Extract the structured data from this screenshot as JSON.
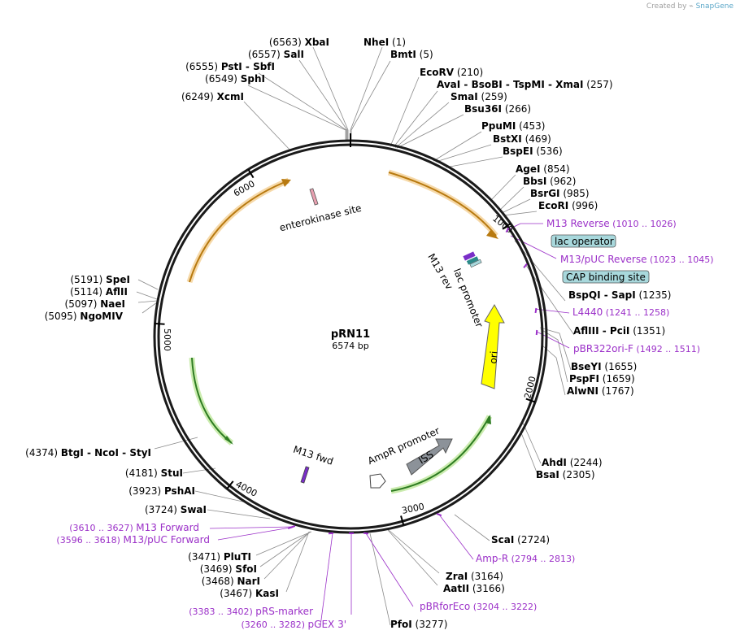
{
  "credit": {
    "prefix": "Created by",
    "brand": "SnapGene"
  },
  "plasmid": {
    "name": "pRN11",
    "size_label": "6574 bp",
    "length": 6574
  },
  "colors": {
    "backbone": "#1a1a1a",
    "enzyme_line": "#888888",
    "primer": "#9b30c8",
    "ori": "#ffff00",
    "orange_arc": "#c8820a",
    "green_arc": "#2e8b2e",
    "lac_box": "#a8d8dc",
    "iss": "#8c9299"
  },
  "enzymes": [
    {
      "name": "NheI",
      "pos": "(1)",
      "side": "R"
    },
    {
      "name": "BmtI",
      "pos": "(5)",
      "side": "R"
    },
    {
      "name": "EcoRV",
      "pos": "(210)",
      "side": "R"
    },
    {
      "name": "AvaI  -  BsoBI  -  TspMI  -  XmaI",
      "pos": "(257)",
      "side": "R"
    },
    {
      "name": "SmaI",
      "pos": "(259)",
      "side": "R"
    },
    {
      "name": "Bsu36I",
      "pos": "(266)",
      "side": "R"
    },
    {
      "name": "PpuMI",
      "pos": "(453)",
      "side": "R"
    },
    {
      "name": "BstXI",
      "pos": "(469)",
      "side": "R"
    },
    {
      "name": "BspEI",
      "pos": "(536)",
      "side": "R"
    },
    {
      "name": "AgeI",
      "pos": "(854)",
      "side": "R"
    },
    {
      "name": "BbsI",
      "pos": "(962)",
      "side": "R"
    },
    {
      "name": "BsrGI",
      "pos": "(985)",
      "side": "R"
    },
    {
      "name": "EcoRI",
      "pos": "(996)",
      "side": "R"
    },
    {
      "name": "BspQI  -  SapI",
      "pos": "(1235)",
      "side": "R"
    },
    {
      "name": "AflIII  -  PciI",
      "pos": "(1351)",
      "side": "R"
    },
    {
      "name": "BseYI",
      "pos": "(1655)",
      "side": "R"
    },
    {
      "name": "PspFI",
      "pos": "(1659)",
      "side": "R"
    },
    {
      "name": "AlwNI",
      "pos": "(1767)",
      "side": "R"
    },
    {
      "name": "AhdI",
      "pos": "(2244)",
      "side": "R"
    },
    {
      "name": "BsaI",
      "pos": "(2305)",
      "side": "R"
    },
    {
      "name": "ScaI",
      "pos": "(2724)",
      "side": "R"
    },
    {
      "name": "ZraI",
      "pos": "(3164)",
      "side": "R"
    },
    {
      "name": "AatII",
      "pos": "(3166)",
      "side": "R"
    },
    {
      "name": "PfoI",
      "pos": "(3277)",
      "side": "R"
    },
    {
      "name": "KasI",
      "pos": "(3467)",
      "side": "L"
    },
    {
      "name": "NarI",
      "pos": "(3468)",
      "side": "L"
    },
    {
      "name": "SfoI",
      "pos": "(3469)",
      "side": "L"
    },
    {
      "name": "PluTI",
      "pos": "(3471)",
      "side": "L"
    },
    {
      "name": "SwaI",
      "pos": "(3724)",
      "side": "L"
    },
    {
      "name": "PshAI",
      "pos": "(3923)",
      "side": "L"
    },
    {
      "name": "StuI",
      "pos": "(4181)",
      "side": "L"
    },
    {
      "name": "BtgI  -  NcoI  -  StyI",
      "pos": "(4374)",
      "side": "L"
    },
    {
      "name": "NgoMIV",
      "pos": "(5095)",
      "side": "L"
    },
    {
      "name": "NaeI",
      "pos": "(5097)",
      "side": "L"
    },
    {
      "name": "AflII",
      "pos": "(5114)",
      "side": "L"
    },
    {
      "name": "SpeI",
      "pos": "(5191)",
      "side": "L"
    },
    {
      "name": "XcmI",
      "pos": "(6249)",
      "side": "L"
    },
    {
      "name": "SphI",
      "pos": "(6549)",
      "side": "L"
    },
    {
      "name": "PstI  -  SbfI",
      "pos": "(6555)",
      "side": "L"
    },
    {
      "name": "SalI",
      "pos": "(6557)",
      "side": "L"
    },
    {
      "name": "XbaI",
      "pos": "(6563)",
      "side": "L"
    }
  ],
  "primers": [
    {
      "name": "M13 Reverse",
      "range": "(1010 .. 1026)"
    },
    {
      "name": "M13/pUC Reverse",
      "range": "(1023 .. 1045)"
    },
    {
      "name": "L4440",
      "range": "(1241 .. 1258)"
    },
    {
      "name": "pBR322ori-F",
      "range": "(1492 .. 1511)"
    },
    {
      "name": "Amp-R",
      "range": "(2794 .. 2813)"
    },
    {
      "name": "pBRforEco",
      "range": "(3204 .. 3222)"
    },
    {
      "name": "pGEX 3'",
      "range": "(3260 .. 3282)"
    },
    {
      "name": "pRS-marker",
      "range": "(3383 .. 3402)"
    },
    {
      "name": "M13/pUC Forward",
      "range": "(3596 .. 3618)"
    },
    {
      "name": "M13 Forward",
      "range": "(3610 .. 3627)"
    }
  ],
  "boxed_features": {
    "lac_operator": "lac operator",
    "cap_site": "CAP binding site"
  },
  "features": {
    "enterokinase": "enterokinase site",
    "m13_rev": "M13 rev",
    "lac_promoter": "lac promoter",
    "ori": "ori",
    "iss": "ISS",
    "ampr_promoter": "AmpR promoter",
    "m13_fwd": "M13 fwd"
  },
  "ticks": {
    "t1000": "1000",
    "t2000": "2000",
    "t3000": "3000",
    "t4000": "4000",
    "t5000": "5000",
    "t6000": "6000"
  }
}
